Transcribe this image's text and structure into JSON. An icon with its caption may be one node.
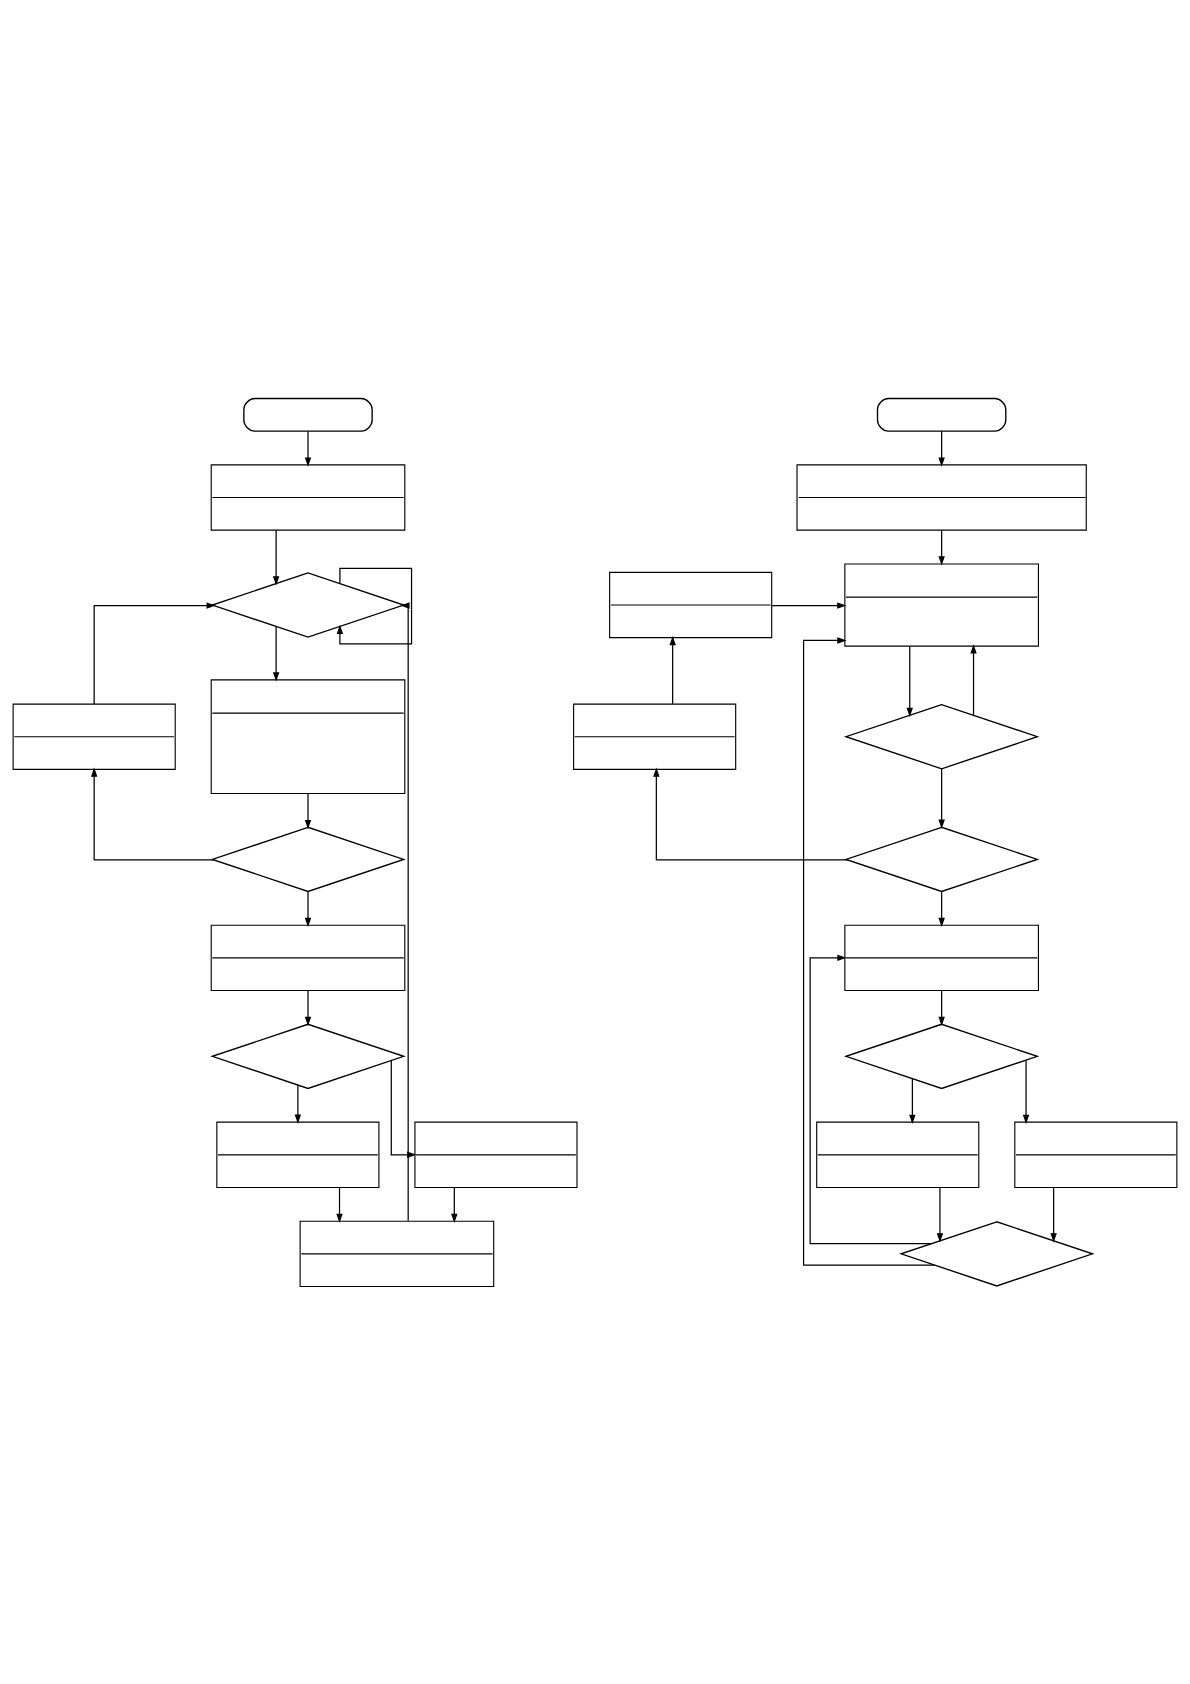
{
  "diagram": {
    "nodes": [
      {
        "text": [],
        "shape": "pill"
      },
      {
        "text": [],
        "shape": "box"
      },
      {
        "text": [],
        "shape": "diamond"
      },
      {
        "text": [],
        "shape": "box"
      },
      {
        "text": [],
        "shape": "box"
      },
      {
        "text": [],
        "shape": "diamond"
      },
      {
        "text": [],
        "shape": "box"
      },
      {
        "text": [],
        "shape": "diamond"
      },
      {
        "text": [],
        "shape": "box"
      },
      {
        "text": [],
        "shape": "box"
      },
      {
        "text": [],
        "shape": "box"
      },
      {
        "text": [],
        "shape": "pill"
      },
      {
        "text": [],
        "shape": "box"
      },
      {
        "text": [],
        "shape": "box"
      },
      {
        "text": [],
        "shape": "box"
      },
      {
        "text": [],
        "shape": "box"
      },
      {
        "text": [],
        "shape": "diamond"
      },
      {
        "text": [],
        "shape": "diamond"
      },
      {
        "text": [],
        "shape": "box"
      },
      {
        "text": [],
        "shape": "diamond"
      },
      {
        "text": [],
        "shape": "box"
      },
      {
        "text": [],
        "shape": "box"
      },
      {
        "text": [],
        "shape": "diamond"
      }
    ],
    "edges": [
      {
        "from": 0,
        "to": 1,
        "arrow": "to"
      },
      {
        "from": 1,
        "to": 2,
        "arrow": "to"
      },
      {
        "from": 2,
        "to": 2,
        "arrow": "to"
      },
      {
        "from": 3,
        "to": 2,
        "arrow": "to"
      },
      {
        "from": 10,
        "to": 2,
        "arrow": "to"
      },
      {
        "from": 2,
        "to": 4,
        "arrow": "to"
      },
      {
        "from": 4,
        "to": 5,
        "arrow": "to"
      },
      {
        "from": 5,
        "to": 3,
        "arrow": "to"
      },
      {
        "from": 5,
        "to": 6,
        "arrow": "to"
      },
      {
        "from": 6,
        "to": 7,
        "arrow": "to"
      },
      {
        "from": 7,
        "to": 8,
        "arrow": "to"
      },
      {
        "from": 7,
        "to": 9,
        "arrow": "to"
      },
      {
        "from": 8,
        "to": 10,
        "arrow": "to"
      },
      {
        "from": 9,
        "to": 10,
        "arrow": "to"
      },
      {
        "from": 11,
        "to": 12,
        "arrow": "to"
      },
      {
        "from": 12,
        "to": 14,
        "arrow": "to"
      },
      {
        "from": 13,
        "to": 14,
        "arrow": "to"
      },
      {
        "from": 16,
        "to": 14,
        "arrow": "to"
      },
      {
        "from": 22,
        "to": 14,
        "arrow": "to"
      },
      {
        "from": 14,
        "to": 16,
        "arrow": "to"
      },
      {
        "from": 15,
        "to": 13,
        "arrow": "to"
      },
      {
        "from": 16,
        "to": 17,
        "arrow": "to"
      },
      {
        "from": 17,
        "to": 15,
        "arrow": "to"
      },
      {
        "from": 17,
        "to": 18,
        "arrow": "to"
      },
      {
        "from": 22,
        "to": 18,
        "arrow": "to"
      },
      {
        "from": 18,
        "to": 19,
        "arrow": "to"
      },
      {
        "from": 19,
        "to": 20,
        "arrow": "to"
      },
      {
        "from": 19,
        "to": 21,
        "arrow": "to"
      },
      {
        "from": 20,
        "to": 22,
        "arrow": "to"
      },
      {
        "from": 21,
        "to": 22,
        "arrow": "to"
      }
    ]
  }
}
